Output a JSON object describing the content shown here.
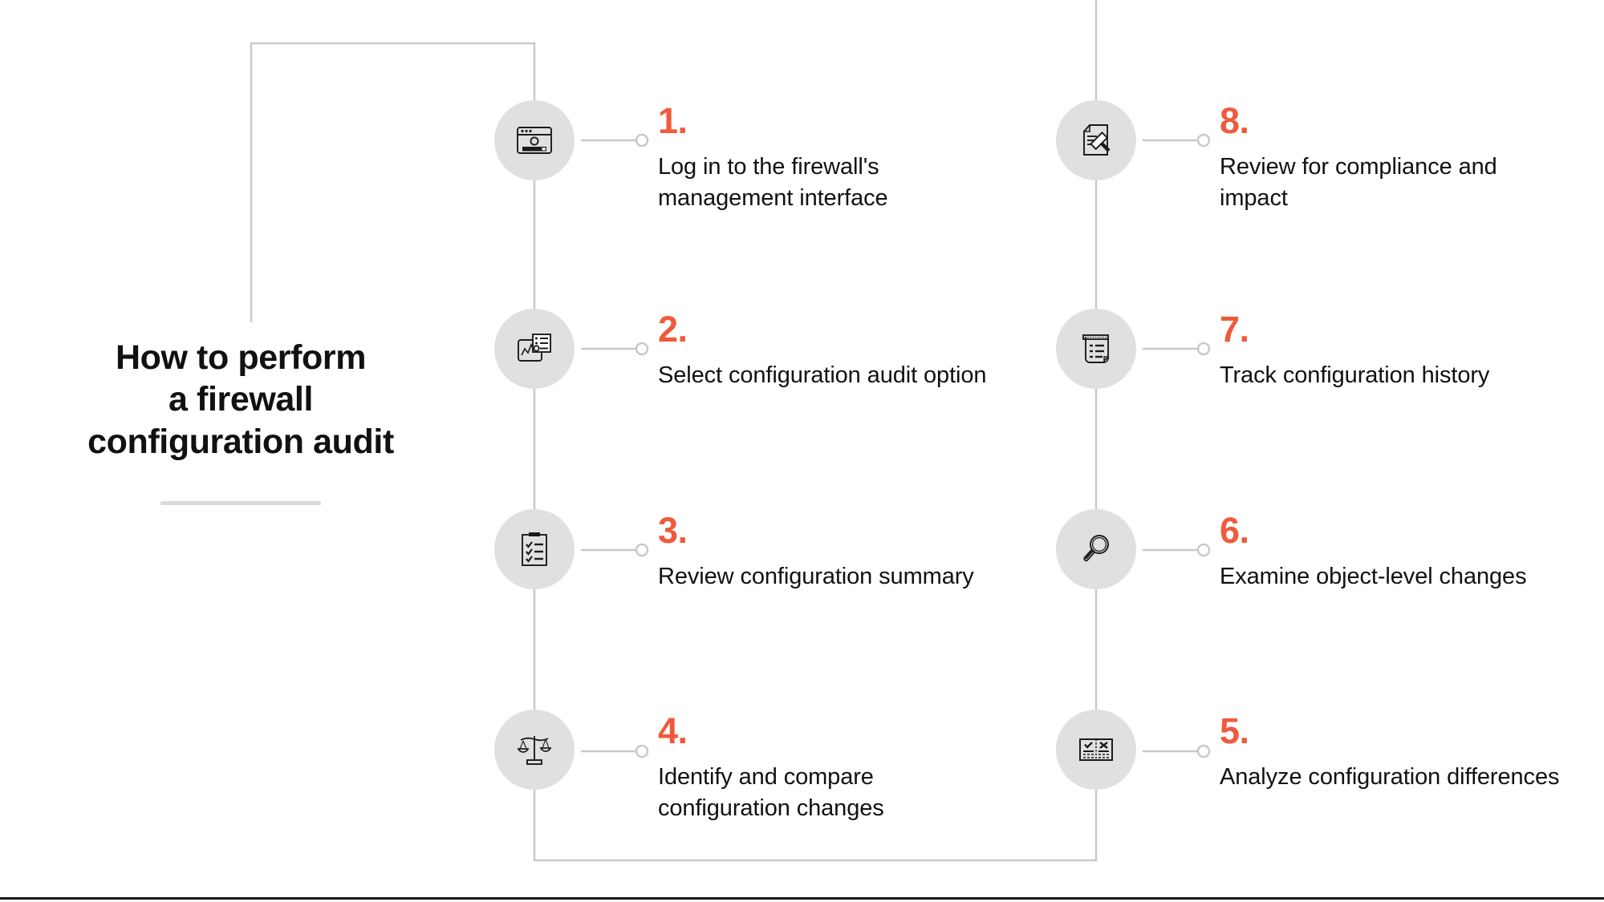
{
  "page": {
    "title_lines": [
      "How to perform",
      "a firewall",
      "configuration audit"
    ],
    "accent_color": "#f05a3c",
    "text_color": "#111111",
    "icon_circle_color": "#dfe1e1",
    "connector_color": "#c8c9c9",
    "title_rule_color": "#d9dbdb",
    "background": "#ffffff"
  },
  "steps": [
    {
      "number": "1.",
      "label": "Log in to the firewall's management interface",
      "icon": "browser-login-icon",
      "column": "left"
    },
    {
      "number": "2.",
      "label": "Select configuration audit option",
      "icon": "chart-options-panel-icon",
      "column": "left"
    },
    {
      "number": "3.",
      "label": "Review configuration summary",
      "icon": "clipboard-checklist-icon",
      "column": "left"
    },
    {
      "number": "4.",
      "label": "Identify and compare configuration changes",
      "icon": "balance-scales-icon",
      "column": "left"
    },
    {
      "number": "5.",
      "label": "Analyze configuration differences",
      "icon": "compare-check-cross-icon",
      "column": "right"
    },
    {
      "number": "6.",
      "label": "Examine object-level changes",
      "icon": "magnifying-glass-icon",
      "column": "right"
    },
    {
      "number": "7.",
      "label": "Track configuration history",
      "icon": "scroll-receipt-icon",
      "column": "right"
    },
    {
      "number": "8.",
      "label": "Review for compliance and impact",
      "icon": "document-gavel-icon",
      "column": "right"
    }
  ]
}
